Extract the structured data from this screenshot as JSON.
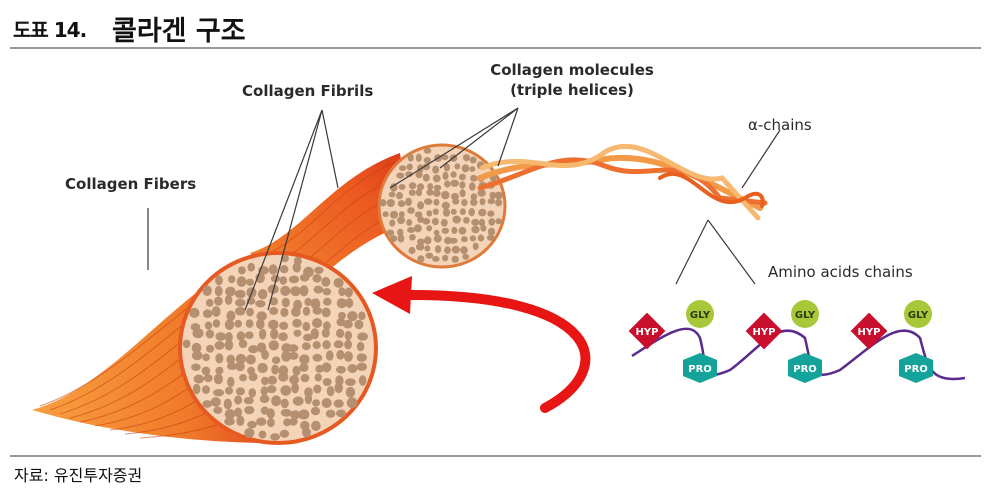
{
  "header": {
    "figure_number": "도표 14.",
    "title": "콜라겐 구조"
  },
  "diagram": {
    "labels": {
      "collagen_fibers": "Collagen Fibers",
      "collagen_fibrils": "Collagen Fibrils",
      "collagen_molecules_line1": "Collagen molecules",
      "collagen_molecules_line2": "(triple helices)",
      "alpha_chains": "α-chains",
      "amino_acids_chains": "Amino acids chains"
    },
    "amino_acid_units": [
      "HYP",
      "GLY",
      "PRO"
    ],
    "colors": {
      "fiber_orange": "#f07a2a",
      "fiber_red": "#e0431c",
      "fibril_tan": "#b49070",
      "arrow_red": "#e81515",
      "hyp_red": "#c8102e",
      "gly_green": "#a8c83a",
      "pro_teal": "#14a39a",
      "chain_purple": "#5a2a8c"
    }
  },
  "footer": {
    "source": "자료: 유진투자증권"
  }
}
